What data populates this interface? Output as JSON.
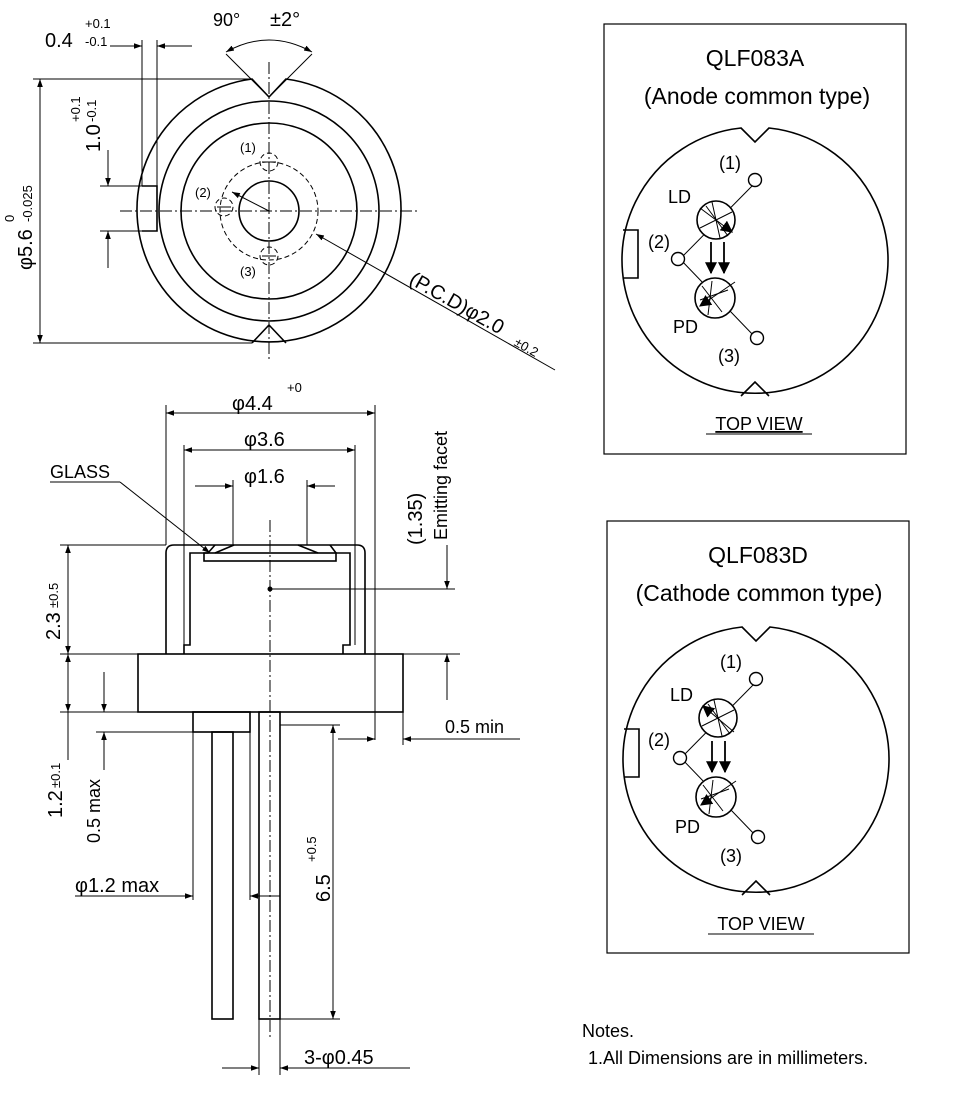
{
  "dimensions": {
    "lead_slot_width": {
      "main": "0.4",
      "tol_upper": "+0.1",
      "tol_lower": "-0.1"
    },
    "notch_angle": {
      "main": "90°",
      "tol": "±2°"
    },
    "notch_depth": {
      "main": "1.0",
      "tol_upper": "+0.1",
      "tol_lower": "-0.1"
    },
    "outer_diameter": {
      "main": "φ5.6",
      "tol_upper": "0",
      "tol_lower": "-0.025"
    },
    "pcd": {
      "main": "(P.C.D)φ2.0",
      "tol": "±0.2"
    },
    "cap_diameter": {
      "main": "φ4.4",
      "tol": "+0"
    },
    "window_diameter": {
      "main": "φ3.6"
    },
    "glass_diameter": {
      "main": "φ1.6"
    },
    "glass_label": "GLASS",
    "emitting_facet": {
      "value": "(1.35)",
      "label": "Emitting facet"
    },
    "cap_height": {
      "main": "2.3",
      "tol": "±0.5"
    },
    "base_height": {
      "main": "1.2",
      "tol": "±0.1"
    },
    "stem_max": "0.5 max",
    "flange_min": "0.5 min",
    "lead_length": {
      "main": "6.5",
      "tol": "+0.5"
    },
    "stem_diameter": "φ1.2 max",
    "lead_diameter": "3-φ0.45",
    "pin_labels": [
      "(1)",
      "(2)",
      "(3)"
    ]
  },
  "panels": [
    {
      "model": "QLF083A",
      "type": "(Anode common type)",
      "ld_label": "LD",
      "pd_label": "PD",
      "pins": [
        "(1)",
        "(2)",
        "(3)"
      ],
      "view": "TOP VIEW"
    },
    {
      "model": "QLF083D",
      "type": "(Cathode common type)",
      "ld_label": "LD",
      "pd_label": "PD",
      "pins": [
        "(1)",
        "(2)",
        "(3)"
      ],
      "view": "TOP VIEW"
    }
  ],
  "notes": {
    "title": "Notes.",
    "items": [
      "1.All Dimensions are in millimeters."
    ]
  }
}
